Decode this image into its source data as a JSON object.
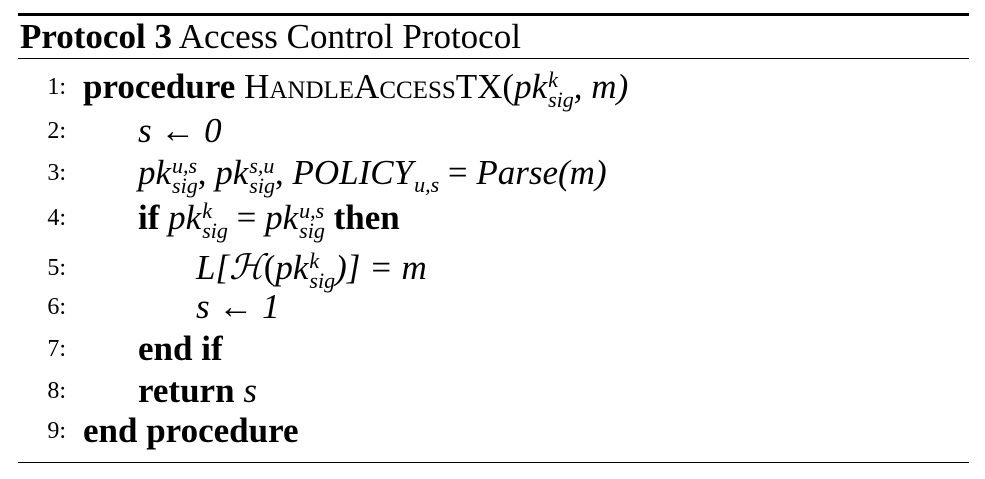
{
  "caption": {
    "label": "Protocol 3",
    "title": " Access Control Protocol"
  },
  "lines": [
    {
      "num": "1:",
      "keyword_start": "procedure",
      "proc_name": "HandleAccessTX",
      "args_open": "(",
      "var": "pk",
      "sup": "k",
      "sub": "sig",
      "args_rest": ", m)"
    },
    {
      "num": "2:",
      "text": "s ← 0"
    },
    {
      "num": "3:",
      "pk": "pk",
      "sup1": "u,s",
      "sub1": "sig",
      "sep1": ", ",
      "sup2": "s,u",
      "sub2": "sig",
      "sep2": ", ",
      "policy": "POLICY",
      "policy_sub": "u,s",
      "eq": " = ",
      "parse": "Parse(m)"
    },
    {
      "num": "4:",
      "keyword_start": "if",
      "pk": "pk",
      "sup1": "k",
      "sub1": "sig",
      "eq": " = ",
      "sup2": "u,s",
      "sub2": "sig",
      "keyword_end": "then"
    },
    {
      "num": "5:",
      "prefix": "L[",
      "hash": "ℋ",
      "open": "(",
      "pk": "pk",
      "sup": "k",
      "sub": "sig",
      "suffix": ")] = m"
    },
    {
      "num": "6:",
      "text": "s ← 1"
    },
    {
      "num": "7:",
      "keyword": "end if"
    },
    {
      "num": "8:",
      "keyword": "return",
      "var": "s"
    },
    {
      "num": "9:",
      "keyword": "end procedure"
    }
  ]
}
